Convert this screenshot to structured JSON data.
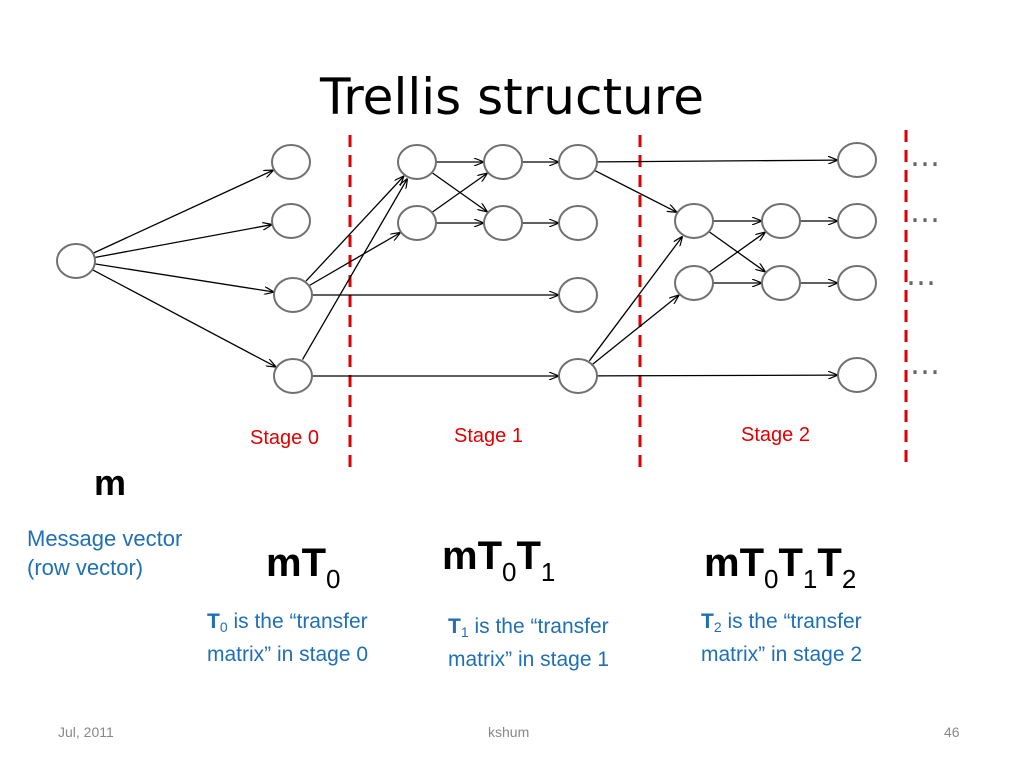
{
  "slide": {
    "title": "Trellis structure"
  },
  "stages": [
    {
      "label": "Stage 0"
    },
    {
      "label": "Stage 1"
    },
    {
      "label": "Stage 2"
    }
  ],
  "message": {
    "symbol": "m",
    "description_line1": "Message vector",
    "description_line2": "(row vector)"
  },
  "expressions": {
    "mT0": {
      "base": "mT",
      "sub0": "0"
    },
    "mT0T1": {
      "base": "mT",
      "sub0": "0",
      "t1": "T",
      "sub1": "1"
    },
    "mT0T1T2": {
      "base": "mT",
      "sub0": "0",
      "t1": "T",
      "sub1": "1",
      "t2": "T",
      "sub2": "2"
    }
  },
  "transfer": [
    {
      "symbol": "T",
      "sub": "0",
      "text1": " is the “transfer",
      "text2": "matrix” in stage 0"
    },
    {
      "symbol": "T",
      "sub": "1",
      "text1": " is the “transfer",
      "text2": "matrix” in stage 1"
    },
    {
      "symbol": "T",
      "sub": "2",
      "text1": " is the “transfer",
      "text2": "matrix” in stage 2"
    }
  ],
  "ellipsis": "…",
  "footer": {
    "date": "Jul, 2011",
    "author": "kshum",
    "page": "46"
  },
  "colors": {
    "stage_divider": "#e00000",
    "text_blue": "#1f6fb6",
    "footer_gray": "#888888"
  }
}
